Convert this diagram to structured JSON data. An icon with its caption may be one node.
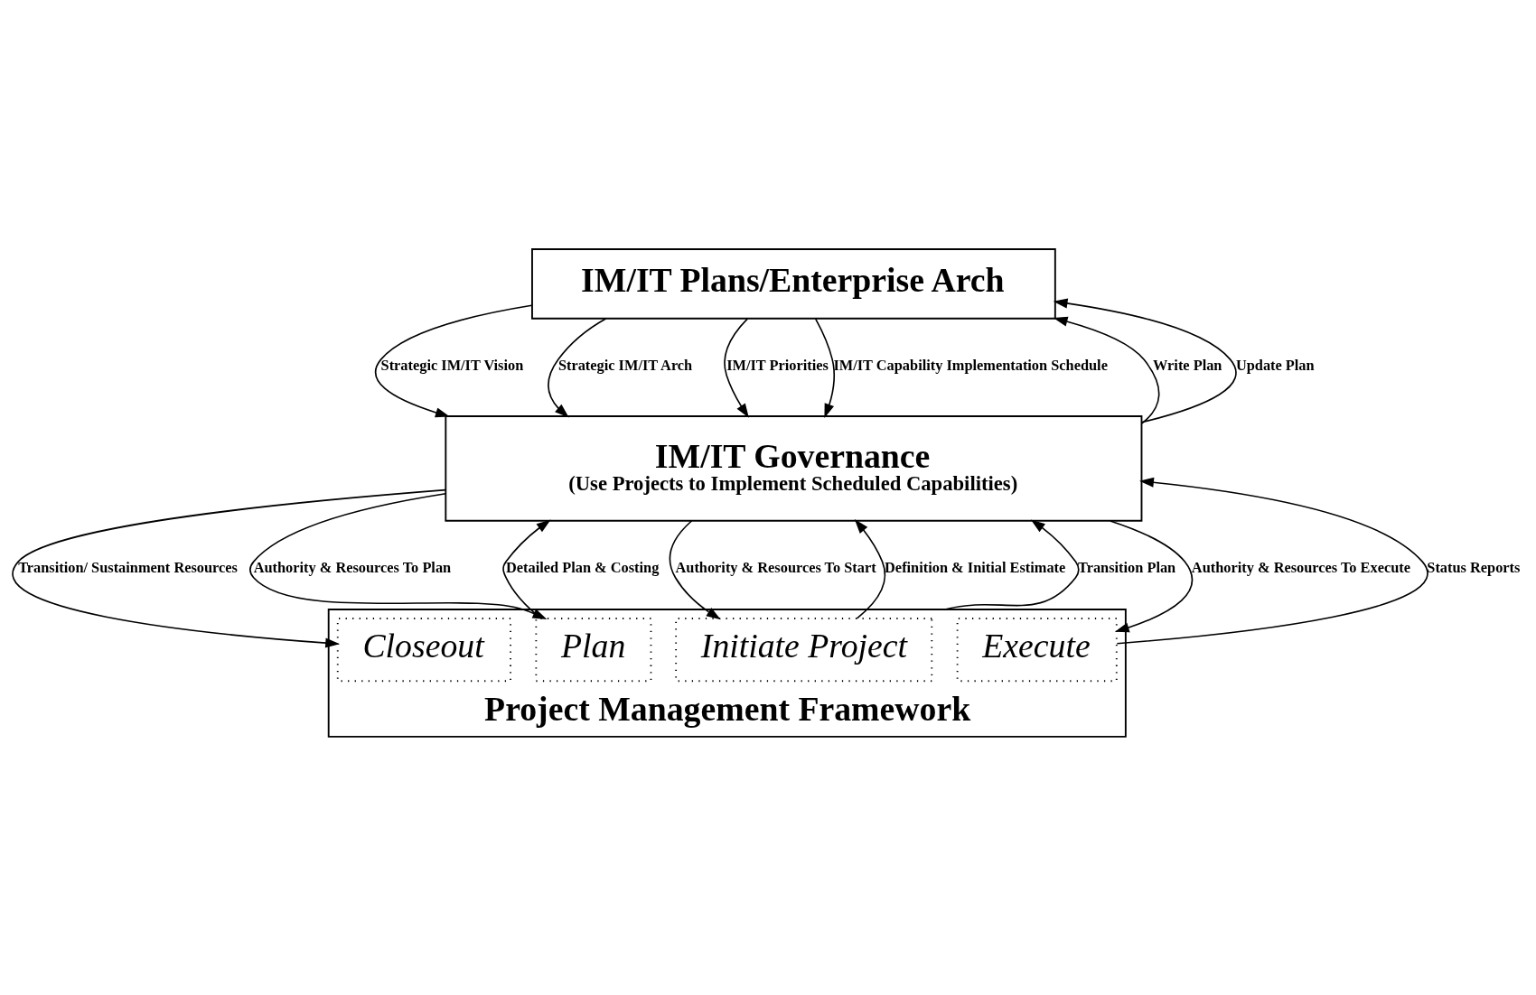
{
  "diagram": {
    "nodes": [
      {
        "text": [
          "IM/IT Plans/Enterprise Arch"
        ]
      },
      {
        "text": [
          "IM/IT Governance",
          "(Use Projects to Implement Scheduled Capabilities)"
        ]
      },
      {
        "text": [
          "Project Management Framework"
        ]
      },
      {
        "text": [
          "Initiate Project"
        ],
        "in": 2
      },
      {
        "text": [
          "Plan"
        ],
        "in": 2
      },
      {
        "text": [
          "Execute"
        ],
        "in": 2
      },
      {
        "text": [
          "Closeout"
        ],
        "in": 2
      }
    ],
    "edges": [
      {
        "from": 1,
        "to": 0,
        "arrow": "to",
        "label": "Write Plan"
      },
      {
        "from": 0,
        "to": 1,
        "arrow": "to",
        "label": "Strategic IM/IT Vision"
      },
      {
        "from": 0,
        "to": 1,
        "arrow": "to",
        "label": "Strategic IM/IT Arch"
      },
      {
        "from": 0,
        "to": 1,
        "arrow": "to",
        "label": "IM/IT Priorities"
      },
      {
        "from": 0,
        "to": 1,
        "arrow": "to",
        "label": "IM/IT Capability Implementation Schedule"
      },
      {
        "from": 1,
        "to": 0,
        "arrow": "to",
        "label": "Update Plan"
      },
      {
        "from": 1,
        "to": 3,
        "arrow": "to",
        "label": "Authority & Resources To Start"
      },
      {
        "from": 3,
        "to": 1,
        "arrow": "to",
        "label": "Definition & Initial Estimate"
      },
      {
        "from": 1,
        "to": 4,
        "arrow": "to",
        "label": "Authority & Resources To Plan"
      },
      {
        "from": 4,
        "to": 1,
        "arrow": "to",
        "label": "Detailed Plan & Costing"
      },
      {
        "from": 1,
        "to": 5,
        "arrow": "to",
        "label": "Authority & Resources To Execute"
      },
      {
        "from": 5,
        "to": 1,
        "arrow": "to",
        "label": "Status Reports"
      },
      {
        "from": 2,
        "to": 1,
        "arrow": "to",
        "label": "Transition Plan"
      },
      {
        "from": 1,
        "to": 6,
        "arrow": "to",
        "label": "Transition/ Sustainment Resources"
      }
    ]
  }
}
